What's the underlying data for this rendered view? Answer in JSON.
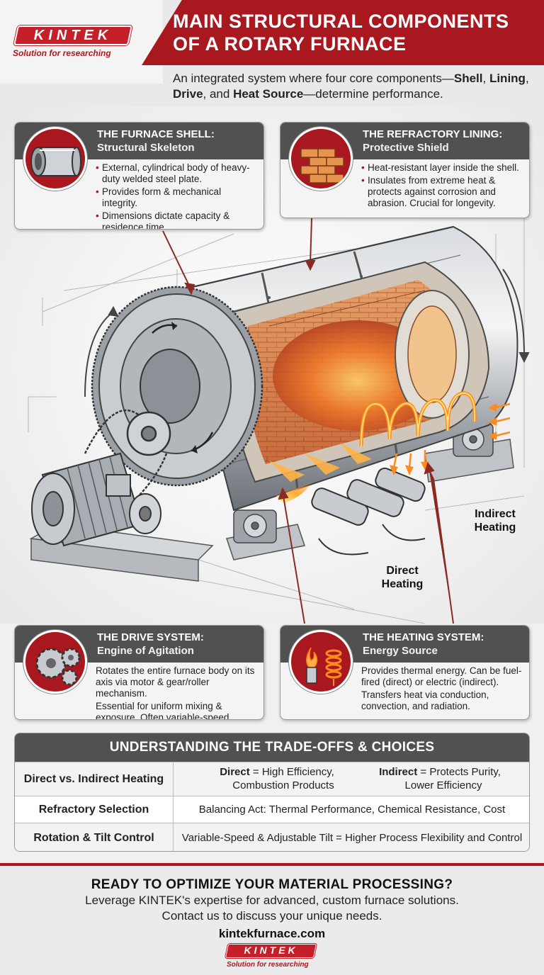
{
  "brand": {
    "name": "KINTEK",
    "tagline": "Solution for researching"
  },
  "header": {
    "title_line1": "MAIN STRUCTURAL COMPONENTS",
    "title_line2": "OF A ROTARY FURNACE",
    "subtitle_pre": "An integrated system where four core components—",
    "subtitle_shell": "Shell",
    "subtitle_sep1": ", ",
    "subtitle_lining": "Lining",
    "subtitle_sep2": ", ",
    "subtitle_drive": "Drive",
    "subtitle_sep3": ", and ",
    "subtitle_heat": "Heat Source",
    "subtitle_post": "—determine performance."
  },
  "cards": {
    "shell": {
      "title": "THE FURNACE SHELL:",
      "subtitle": "Structural Skeleton",
      "bullets": [
        "External, cylindrical body of heavy-duty welded steel plate.",
        "Provides form & mechanical integrity.",
        "Dimensions dictate capacity & residence time."
      ]
    },
    "lining": {
      "title": "THE REFRACTORY LINING:",
      "subtitle": "Protective Shield",
      "bullets": [
        "Heat-resistant layer inside the shell.",
        "Insulates from extreme heat & protects against corrosion and abrasion. Crucial for longevity."
      ]
    },
    "drive": {
      "title": "THE DRIVE SYSTEM:",
      "subtitle": "Engine of Agitation",
      "lines": [
        "Rotates the entire furnace body on its axis via motor & gear/roller mechanism.",
        "Essential for uniform mixing & exposure. Often variable-speed."
      ]
    },
    "heating": {
      "title": "THE HEATING SYSTEM:",
      "subtitle": "Energy Source",
      "lines": [
        "Provides thermal energy. Can be fuel-fired (direct) or electric (indirect).",
        "Transfers heat via conduction, convection, and radiation."
      ]
    }
  },
  "labels": {
    "indirect": "Indirect Heating",
    "direct": "Direct Heating"
  },
  "tradeoffs": {
    "title": "UNDERSTANDING THE TRADE-OFFS & CHOICES",
    "rows": [
      {
        "label": "Direct vs. Indirect Heating",
        "a_bold": "Direct",
        "a_rest": " = High Efficiency,",
        "a_line2": "Combustion Products",
        "b_bold": "Indirect",
        "b_rest": " = Protects Purity,",
        "b_line2": "Lower Efficiency"
      },
      {
        "label": "Refractory Selection",
        "value": "Balancing Act: Thermal Performance, Chemical Resistance, Cost"
      },
      {
        "label": "Rotation & Tilt Control",
        "value": "Variable-Speed & Adjustable Tilt = Higher Process Flexibility and Control"
      }
    ]
  },
  "footer": {
    "title": "READY TO OPTIMIZE YOUR MATERIAL PROCESSING?",
    "line1": "Leverage KINTEK's expertise for advanced, custom furnace solutions.",
    "line2": "Contact us to discuss your unique needs.",
    "url": "kintekfurnace.com"
  },
  "colors": {
    "brand_red": "#a8181e",
    "card_header": "#515151",
    "flame": "#ff7a1a"
  }
}
